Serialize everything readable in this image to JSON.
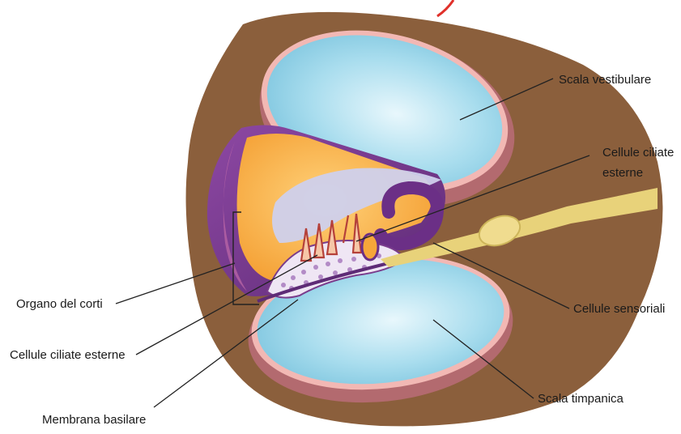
{
  "labels": {
    "scala_vestibulare": "Scala vestibulare",
    "cellule_ciliate_esterne_right_line1": "Cellule ciliate",
    "cellule_ciliate_esterne_right_line2": "esterne",
    "organo_del_corti": "Organo del corti",
    "cellule_sensoriali": "Cellule sensoriali",
    "cellule_ciliate_esterne_left": "Cellule ciliate esterne",
    "membrana_basilare": "Membrana basilare",
    "scala_timpanica": "Scala timpanica"
  },
  "colors": {
    "outer_tissue": "#8a5f3c",
    "duct_fill": "#a7dcef",
    "duct_rim": "#c0727a",
    "duct_rim_light": "#f2b8b4",
    "organ_orange": "#f6a63a",
    "organ_purple": "#7a3c8c",
    "tectorial": "#c9c7e8",
    "nerve": "#e7d27a",
    "leader_line": "#222222"
  }
}
